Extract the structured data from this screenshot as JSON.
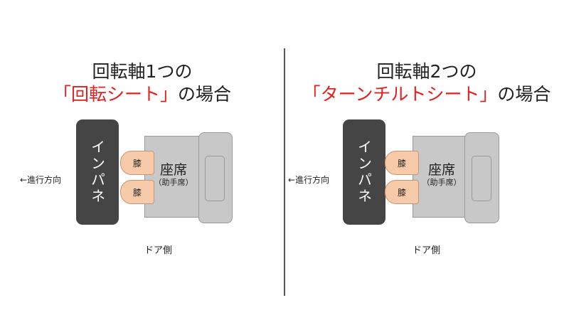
{
  "left": {
    "title_line1": "回転軸1つの",
    "title_red": "「回転シート」",
    "title_suffix": "の場合",
    "direction": "←進行方向",
    "inpane": "インパネ",
    "seat": "座席",
    "seat_sub": "（助手席）",
    "knee1": "膝",
    "knee2": "膝",
    "door": "ドア側"
  },
  "right": {
    "title_line1": "回転軸2つの",
    "title_red": "「ターンチルトシート」",
    "title_suffix": "の場合",
    "direction": "←進行方向",
    "inpane": "インパネ",
    "seat": "座席",
    "seat_sub": "（助手席）",
    "knee1": "膝",
    "knee2": "膝",
    "door": "ドア側"
  },
  "colors": {
    "accent_red": "#e32020",
    "dashboard": "#454545",
    "seat": "#c8c8c8",
    "knee": "#f7cba9"
  }
}
